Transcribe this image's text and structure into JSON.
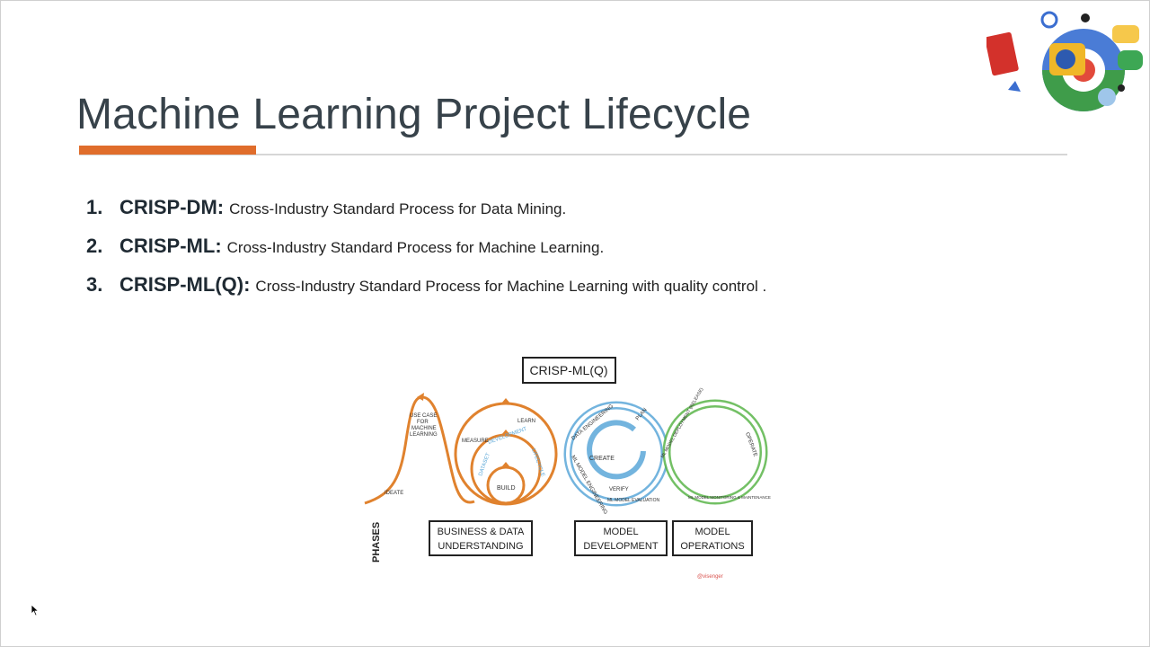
{
  "slide": {
    "title": "Machine Learning Project Lifecycle",
    "accent_color": "#e06d2b",
    "items": [
      {
        "number": "1.",
        "term": "CRISP-DM:",
        "description": "Cross-Industry Standard Process for Data Mining."
      },
      {
        "number": "2.",
        "term": "CRISP-ML:",
        "description": "Cross-Industry Standard Process for Machine Learning."
      },
      {
        "number": "3.",
        "term": "CRISP-ML(Q):",
        "description": "Cross-Industry Standard Process for Machine Learning with quality control ."
      }
    ]
  },
  "diagram": {
    "title": "CRISP-ML(Q)",
    "phases_label": "PHASES",
    "boxes": [
      {
        "line1": "BUSINESS & DATA",
        "line2": "UNDERSTANDING"
      },
      {
        "line1": "MODEL",
        "line2": "DEVELOPMENT"
      },
      {
        "line1": "MODEL",
        "line2": "OPERATIONS"
      }
    ],
    "labels": {
      "ideate": "IDEATE",
      "use_case_1": "USE CASE",
      "use_case_2": "FOR",
      "use_case_3": "MACHINE",
      "use_case_4": "LEARNING",
      "measure": "MEASURE",
      "learn": "LEARN",
      "build": "BUILD",
      "dataset": "DATASET",
      "development": "DEVELOPMENT",
      "lifecycle": "LIFECYCLE",
      "data_engineering": "DATA ENGINEERING",
      "create": "CREATE",
      "ml_model_engineering": "ML MODEL ENGINEERING",
      "verify": "VERIFY",
      "ml_model_evaluation": "ML MODEL EVALUATION",
      "plan": "PLAN",
      "ml_model_deployment": "ML MODEL DEPLOYMENT (RELEASE)",
      "operate": "OPERATE",
      "ml_model_monitoring": "ML MODEL MONITORING & MAINTENANCE",
      "credit": "@visenger"
    },
    "colors": {
      "orange": "#e0822e",
      "blue": "#5aa7d8",
      "green": "#5ab54a",
      "ink": "#222222"
    }
  },
  "logo": {
    "icon": "ml-illustration-logo"
  }
}
